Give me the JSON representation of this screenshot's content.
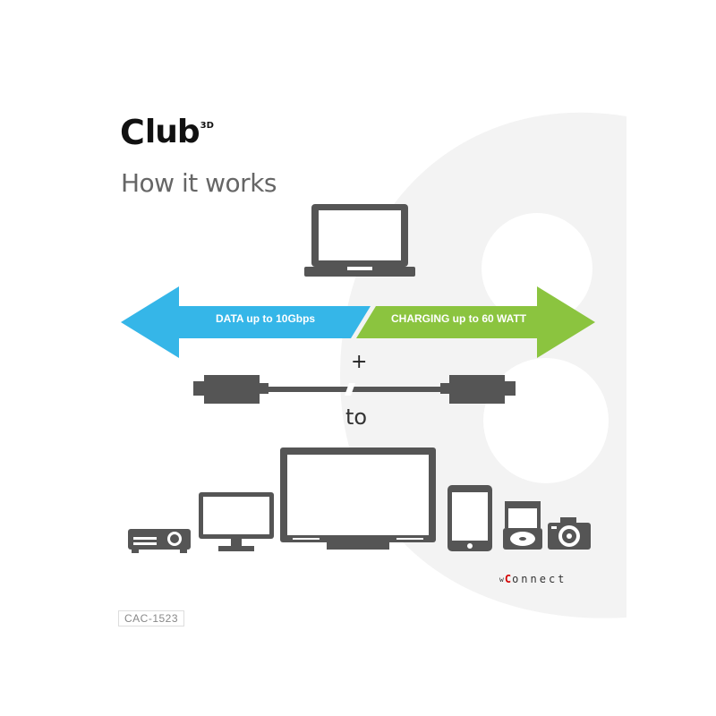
{
  "brand": {
    "c": "C",
    "rest": "lub",
    "superscript": "3D"
  },
  "heading": "How it works",
  "arrows": {
    "left_label": "DATA up to 10Gbps",
    "right_label": "CHARGING up to 60 WATT",
    "left_color": "#35b6e8",
    "right_color": "#8bc43f"
  },
  "plus_sign": "+",
  "to_label": "to",
  "devices": [
    "projector-icon",
    "monitor-icon",
    "tv-icon",
    "smartphone-icon",
    "printer-icon",
    "camera-icon"
  ],
  "footer": {
    "w": "w",
    "c": "C",
    "rest": "onnect",
    "model": "CAC-1523"
  },
  "colors": {
    "icon": "#555555",
    "watermark": "#f2f2f2",
    "accent_red": "#d40000"
  }
}
